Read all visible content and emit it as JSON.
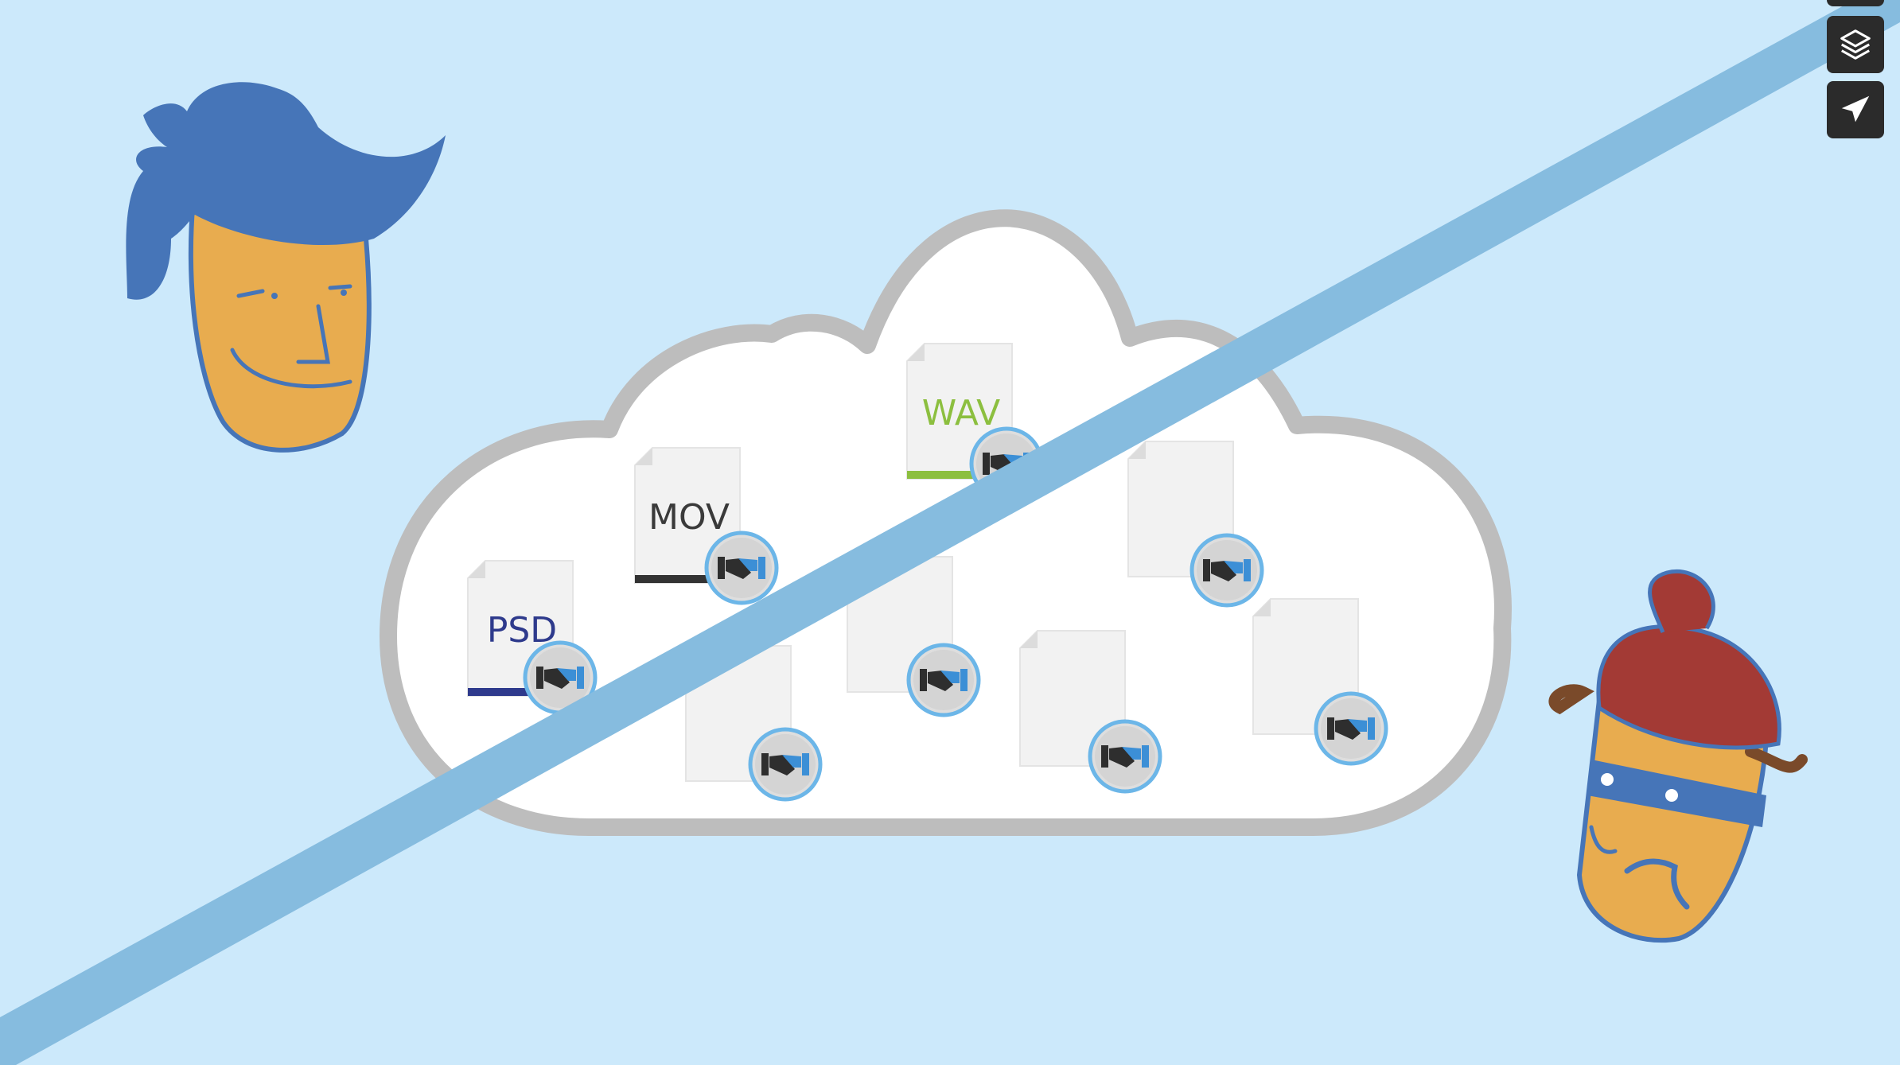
{
  "colors": {
    "background": "#cce9fb",
    "cloud_outline": "#bdbdbd",
    "strike_band": "#86bcdf",
    "file": "#f2f2f2",
    "badge_blue": "#6cb6e8",
    "psd_label": "#2e3a8c",
    "mov_label": "#3a3a3a",
    "wav_label": "#8cbf3f",
    "skin": "#e8ac4f",
    "hair_blue": "#4675b8",
    "hat_red": "#a33a35"
  },
  "files": [
    {
      "label": "PSD",
      "color": "#2e3a8c",
      "bar": "#2e3a8c"
    },
    {
      "label": "MOV",
      "color": "#3a3a3a",
      "bar": "#333333"
    },
    {
      "label": "WAV",
      "color": "#8cbf3f",
      "bar": "#8cbf3f"
    }
  ],
  "toolbar": {
    "icons": [
      "menu-icon",
      "layers-icon",
      "send-icon"
    ]
  }
}
